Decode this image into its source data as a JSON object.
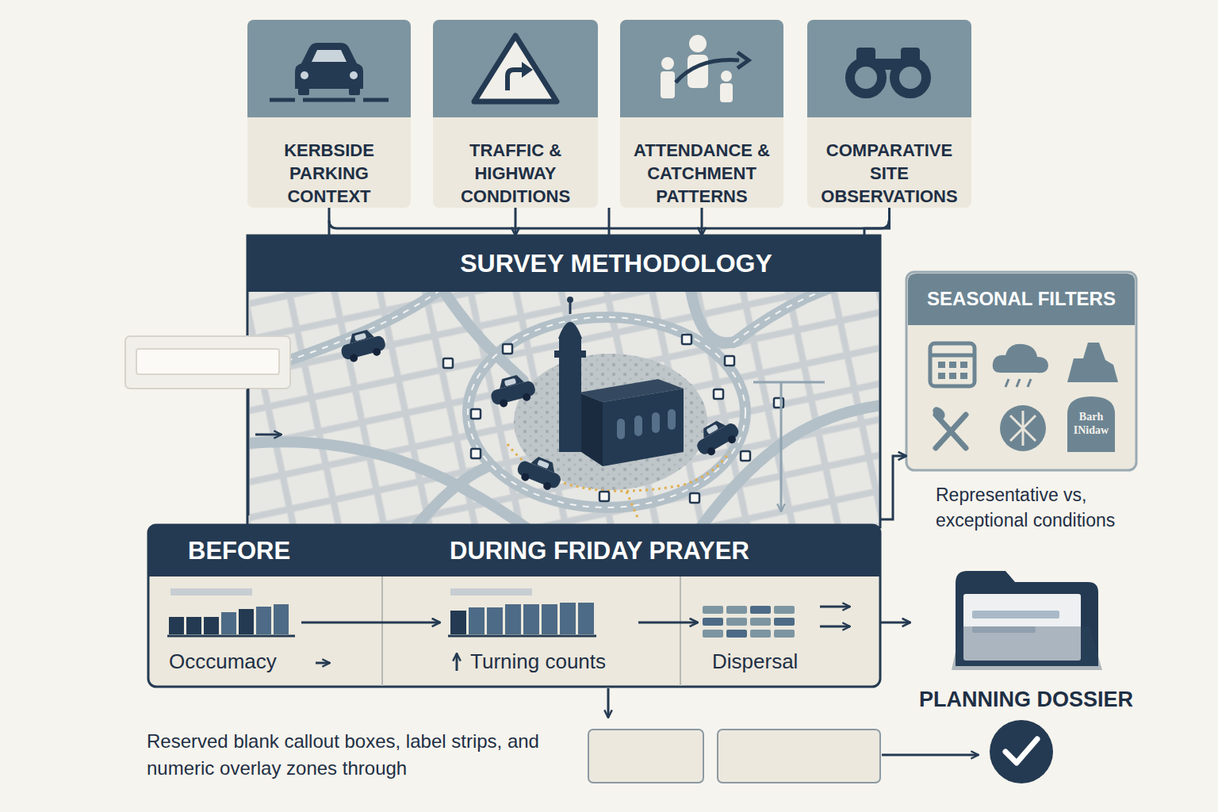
{
  "diagram": {
    "nodes": [
      {
        "text": [
          "KERBSIDE PARKING CONTEXT"
        ]
      },
      {
        "text": [
          "TRAFFIC & HIGHWAY CONDITIONS"
        ]
      },
      {
        "text": [
          "ATTENDANCE & CATCHMENT PATTERNS"
        ]
      },
      {
        "text": [
          "COMPARATIVE SITE OBSERVATIONS"
        ]
      },
      {
        "text": [
          "SURVEY METHODOLOGY"
        ]
      },
      {
        "text": [
          "SEASONAL FILTERS"
        ]
      },
      {
        "text": [
          "BEFORE",
          "DURING FRIDAY PRAYER"
        ]
      },
      {
        "text": [
          "Occcumacy"
        ],
        "in": 6
      },
      {
        "text": [
          "Turning counts"
        ],
        "in": 6
      },
      {
        "text": [
          "Dispersal"
        ],
        "in": 6
      },
      {
        "text": [
          "PLANNING DOSSIER"
        ]
      }
    ],
    "edges": [
      {
        "from": 0,
        "to": 4,
        "arrow": "none"
      },
      {
        "from": 1,
        "to": 4,
        "arrow": "to"
      },
      {
        "from": 2,
        "to": 4,
        "arrow": "to"
      },
      {
        "from": 3,
        "to": 4,
        "arrow": "none"
      },
      {
        "from": 4,
        "to": 5,
        "arrow": "to"
      },
      {
        "from": 6,
        "to": 10,
        "arrow": "to"
      },
      {
        "from": 7,
        "to": 8,
        "arrow": "to"
      },
      {
        "from": 8,
        "to": 9,
        "arrow": "to"
      }
    ],
    "labels": [
      "Barh INidaw",
      "Representative vs, exceptional conditions",
      "Reserved blank callout boxes, label strips, and numeric overlay zones through"
    ]
  }
}
